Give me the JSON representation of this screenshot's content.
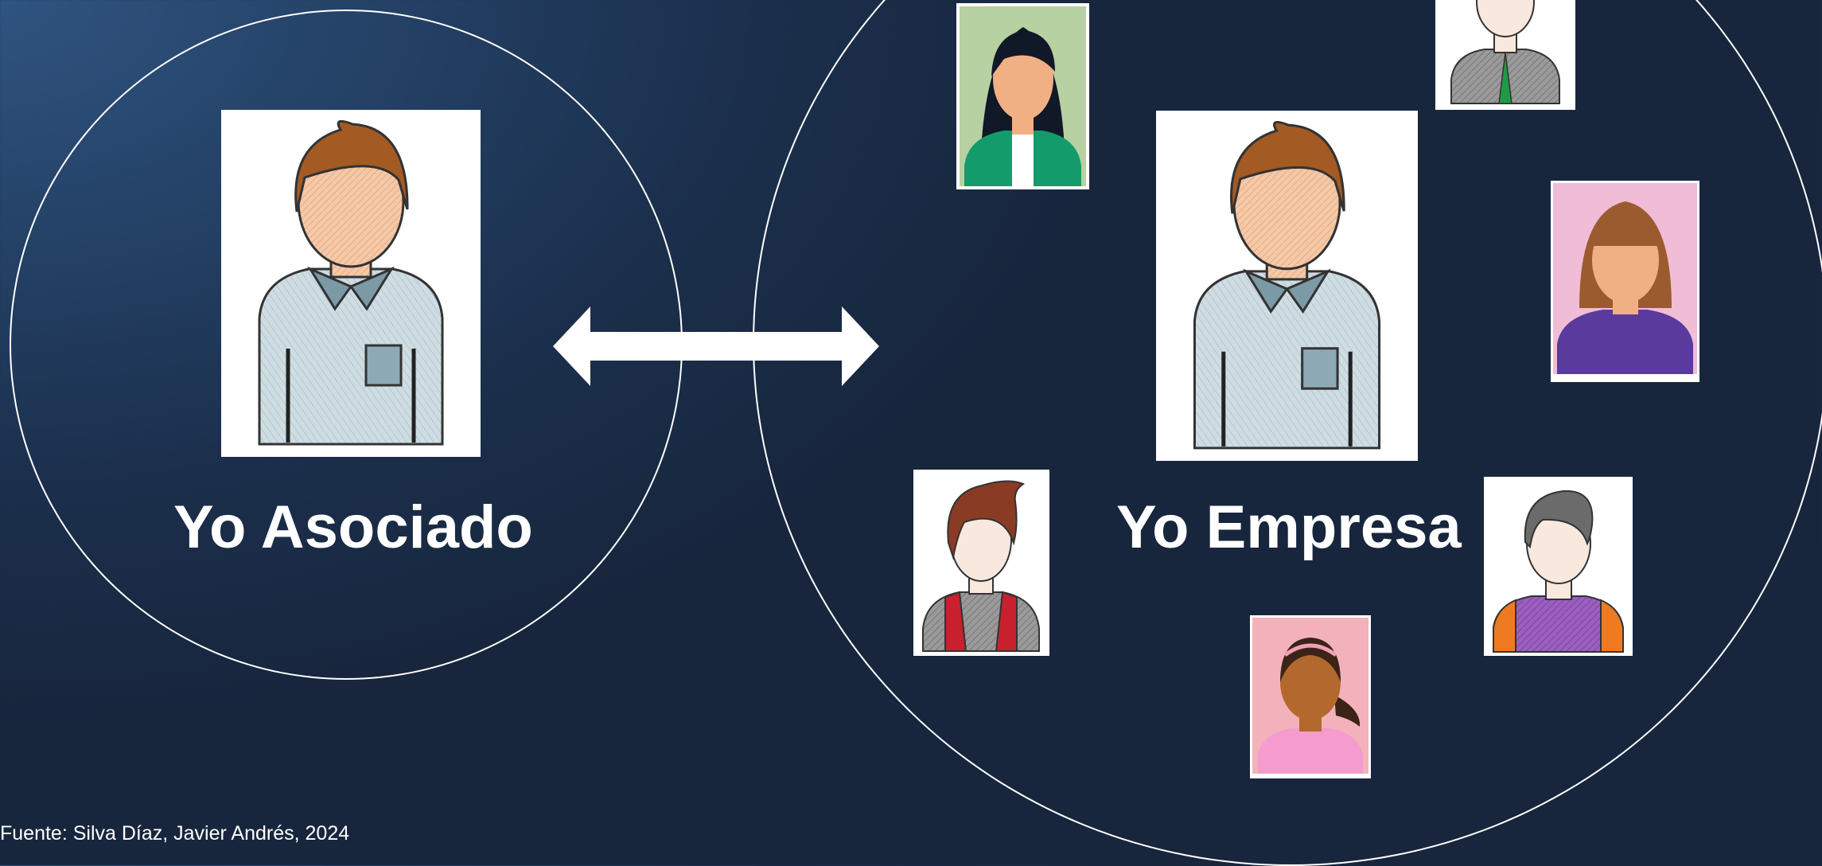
{
  "diagram": {
    "left_group": {
      "label": "Yo Asociado"
    },
    "right_group": {
      "label": "Yo Empresa"
    },
    "connector": {
      "type": "double-headed-arrow"
    },
    "source": "Fuente: Silva Díaz, Javier Andrés, 2024"
  },
  "colors": {
    "background": "#1b2f4c",
    "outline": "#ffffff",
    "text": "#ffffff"
  }
}
